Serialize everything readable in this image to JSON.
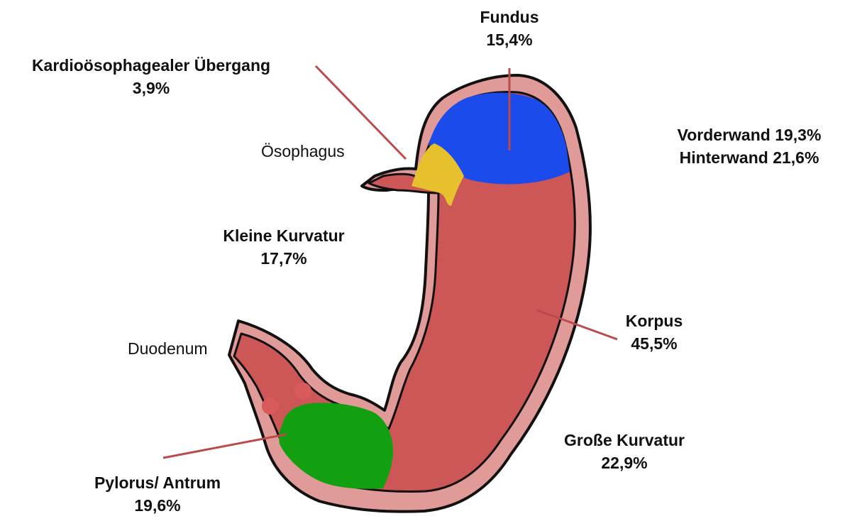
{
  "colors": {
    "wall": "#e09a98",
    "lumen": "#cd5656",
    "fundus": "#1b4bea",
    "cardia": "#e7c12d",
    "antrum": "#12a012",
    "pylorus_dot": "#d95a5a",
    "outline": "#111111",
    "leader": "#bb4b4b"
  },
  "labels": {
    "cardia": {
      "name": "Kardioösophagealer Übergang",
      "value": "3,9%"
    },
    "fundus": {
      "name": "Fundus",
      "value": "15,4%"
    },
    "vorderwand": "Vorderwand 19,3%",
    "hinterwand": "Hinterwand 21,6%",
    "kleine_kurvatur": {
      "name": "Kleine Kurvatur",
      "value": "17,7%"
    },
    "korpus": {
      "name": "Korpus",
      "value": "45,5%"
    },
    "grosse_kurvatur": {
      "name": "Große Kurvatur",
      "value": "22,9%"
    },
    "pylorus": {
      "name": "Pylorus/ Antrum",
      "value": "19,6%"
    },
    "oesophagus": "Ösophagus",
    "duodenum": "Duodenum"
  }
}
